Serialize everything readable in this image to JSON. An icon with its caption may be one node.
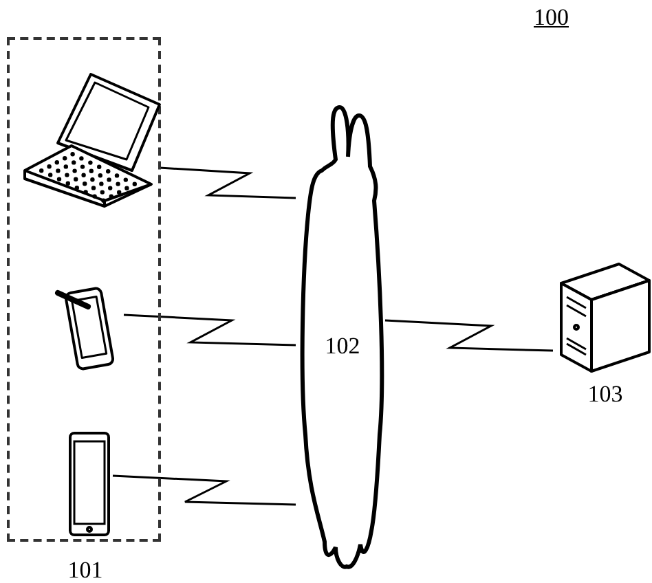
{
  "diagram": {
    "nodes": [
      {
        "text": [
          "101"
        ]
      },
      {
        "text": [],
        "shape": "picture",
        "in": 0
      },
      {
        "text": [],
        "shape": "picture",
        "in": 0
      },
      {
        "text": [],
        "shape": "picture",
        "in": 0
      },
      {
        "text": [
          "102"
        ]
      },
      {
        "text": [
          "103"
        ]
      }
    ],
    "edges": [
      {
        "from": 1,
        "to": 4,
        "arrow": "none"
      },
      {
        "from": 2,
        "to": 4,
        "arrow": "none"
      },
      {
        "from": 3,
        "to": 4,
        "arrow": "none"
      },
      {
        "from": 4,
        "to": 5,
        "arrow": "none"
      }
    ],
    "labels": [
      "100"
    ]
  }
}
